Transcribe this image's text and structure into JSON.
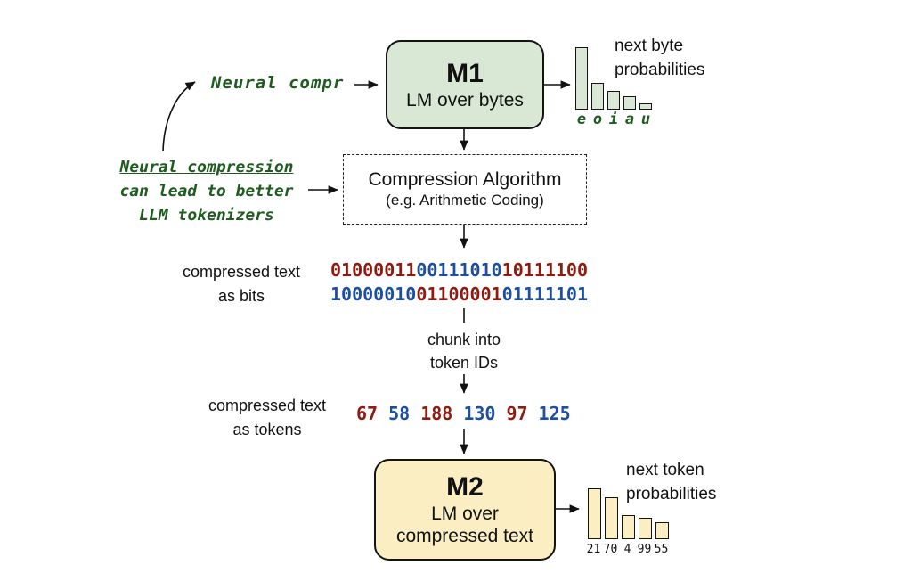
{
  "colors": {
    "green_text": "#1e5c1f",
    "box_green_fill": "#d8e8d4",
    "box_yellow_fill": "#fceec3",
    "bit_red": "#8e1a10",
    "bit_blue": "#1d4fa1",
    "outline": "#141414"
  },
  "annotation": {
    "handwritten_top": "Neural compr",
    "note_line1": "Neural compression",
    "note_line2": "can lead to better",
    "note_line3": "LLM tokenizers"
  },
  "m1": {
    "title": "M1",
    "subtitle": "LM over bytes"
  },
  "byte_chart": {
    "type": "bar",
    "title_line1": "next byte",
    "title_line2": "probabilities",
    "labels": [
      "e",
      "o",
      "i",
      "a",
      "u"
    ],
    "heights": [
      70,
      30,
      21,
      15,
      7
    ]
  },
  "compression_box": {
    "title": "Compression Algorithm",
    "subtitle": "(e.g. Arithmetic Coding)"
  },
  "bits": {
    "label_line1": "compressed text",
    "label_line2": "as bits",
    "rows": [
      [
        {
          "t": "01000011",
          "c": "red"
        },
        {
          "t": "00111010",
          "c": "blue"
        },
        {
          "t": "10111100",
          "c": "red"
        }
      ],
      [
        {
          "t": "10000010",
          "c": "blue"
        },
        {
          "t": "01100001",
          "c": "red"
        },
        {
          "t": "01111101",
          "c": "blue"
        }
      ]
    ]
  },
  "chunk": {
    "line1": "chunk into",
    "line2": "token IDs"
  },
  "tokens": {
    "label_line1": "compressed text",
    "label_line2": "as tokens",
    "values": [
      {
        "t": "67",
        "c": "red"
      },
      {
        "t": "58",
        "c": "blue"
      },
      {
        "t": "188",
        "c": "red"
      },
      {
        "t": "130",
        "c": "blue"
      },
      {
        "t": "97",
        "c": "red"
      },
      {
        "t": "125",
        "c": "blue"
      }
    ]
  },
  "m2": {
    "title": "M2",
    "subtitle_line1": "LM over",
    "subtitle_line2": "compressed text"
  },
  "token_chart": {
    "type": "bar",
    "title_line1": "next token",
    "title_line2": "probabilities",
    "labels": [
      "21",
      "70",
      "4",
      "99",
      "55"
    ],
    "heights": [
      57,
      47,
      27,
      24,
      19
    ]
  }
}
